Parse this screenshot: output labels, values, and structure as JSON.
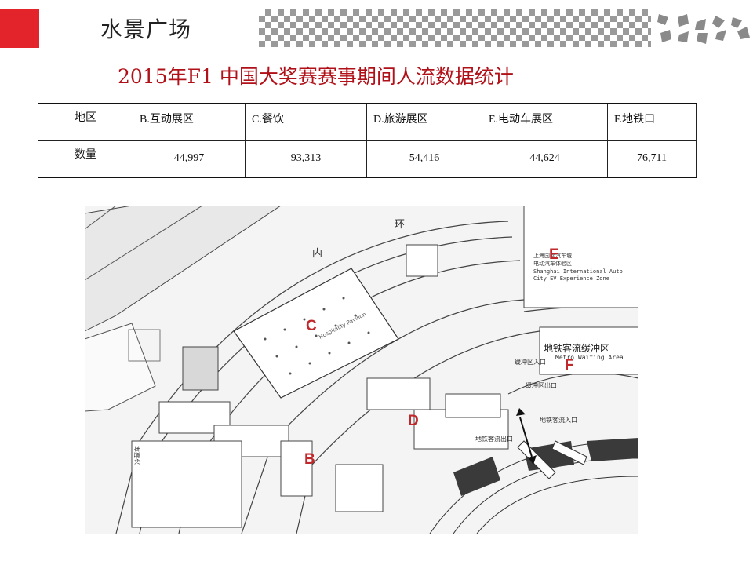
{
  "header": {
    "title": "水景广场",
    "accent_color": "#e3242b"
  },
  "subtitle": "2015年F1 中国大奖赛赛事期间人流数据统计",
  "table": {
    "row_headers": [
      "地区",
      "数量"
    ],
    "columns": [
      "B.互动展区",
      "C.餐饮",
      "D.旅游展区",
      "E.电动车展区",
      "F.地铁口"
    ],
    "values": [
      "44,997",
      "93,313",
      "54,416",
      "44,624",
      "76,711"
    ]
  },
  "map": {
    "road_labels": [
      "内",
      "环"
    ],
    "zone_markers": [
      "B",
      "C",
      "D",
      "E",
      "F"
    ],
    "marker_color": "#c0282b",
    "labels": {
      "e_zone_cn": "上海国际汽车城",
      "e_zone_cn2": "电动汽车体验区",
      "e_zone_en1": "Shanghai International Auto",
      "e_zone_en2": "City EV Experience Zone",
      "metro_cn": "地铁客流缓冲区",
      "metro_en": "Metro Waiting Area",
      "buffer_in": "缓冲区入口",
      "buffer_out": "缓冲区出口",
      "metro_in": "地铁客流入口",
      "metro_exit": "地铁客流出口",
      "c_hall": "Hospitality Pavilion",
      "west_label": "冷藏车"
    }
  }
}
